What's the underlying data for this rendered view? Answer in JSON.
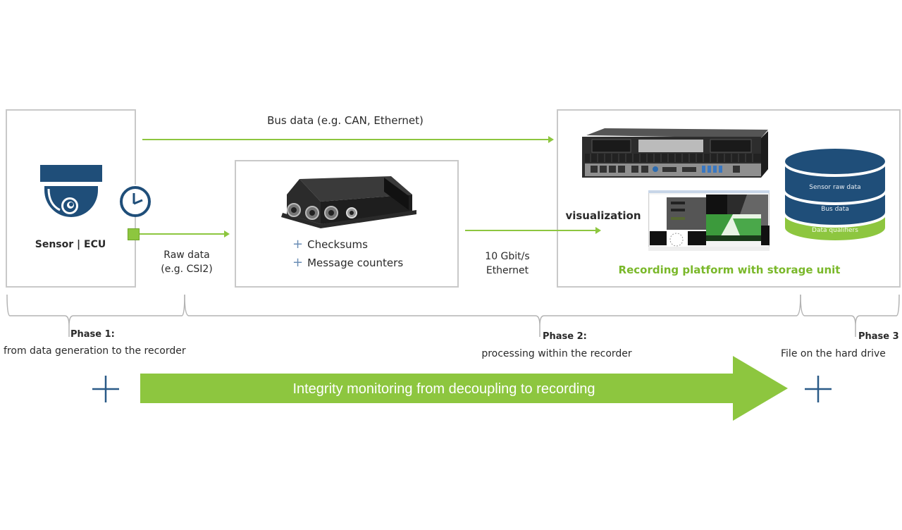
{
  "colors": {
    "green": "#8dc63f",
    "green_dark": "#7ab82a",
    "navy": "#1f4e79",
    "box_border": "#c9c9c9",
    "bracket": "#b3b3b3",
    "plus_blue": "#2a5a87"
  },
  "sensor_box": {
    "label": "Sensor | ECU",
    "icons": [
      "dome-camera-icon",
      "clock-icon"
    ]
  },
  "links": {
    "bus_data": "Bus data (e.g. CAN, Ethernet)",
    "raw_data_line1": "Raw data",
    "raw_data_line2": "(e.g. CSI2)",
    "ethernet_line1": "10 Gbit/s",
    "ethernet_line2": "Ethernet",
    "visualization": "visualization"
  },
  "interface_box": {
    "device": "interface-box-image",
    "items": [
      "Checksums",
      "Message counters"
    ]
  },
  "recording_box": {
    "title": "Recording platform with storage unit",
    "device": "recording-platform-image",
    "screen": "visualization-screenshot-image",
    "storage_layers": [
      "Sensor raw data",
      "Bus data",
      "Data qualifiers"
    ]
  },
  "phases": [
    {
      "title": "Phase 1:",
      "desc": "from data generation to the recorder"
    },
    {
      "title": "Phase 2:",
      "desc": "processing within the recorder"
    },
    {
      "title": "Phase 3",
      "desc": "File on the hard drive"
    }
  ],
  "banner": {
    "text": "Integrity monitoring from decoupling to recording"
  }
}
